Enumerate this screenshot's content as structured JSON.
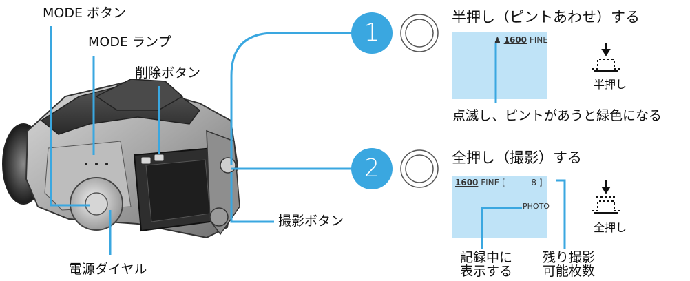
{
  "labels": {
    "mode_button": "MODE ボタン",
    "mode_lamp": "MODE ランプ",
    "delete_button": "削除ボタン",
    "shoot_button": "撮影ボタン",
    "power_dial": "電源ダイヤル"
  },
  "steps": [
    {
      "number": "1",
      "title": "半押し（ピントあわせ）する",
      "display": {
        "icon": "person-icon",
        "size": "1600",
        "quality": "FINE"
      },
      "note": "点滅し、ピントがあうと緑色になる",
      "press_label": "半押し"
    },
    {
      "number": "2",
      "title": "全押し（撮影）する",
      "display": {
        "size": "1600",
        "quality": "FINE [",
        "count": "8 ]",
        "status": "PHOTO"
      },
      "note_left": [
        "記録中に",
        "表示する"
      ],
      "note_right": [
        "残り撮影",
        "可能枚数"
      ],
      "press_label": "全押し"
    }
  ],
  "colors": {
    "accent": "#3aa7e0",
    "line": "#3aa7e0",
    "lcd": "#bfe3f7"
  }
}
